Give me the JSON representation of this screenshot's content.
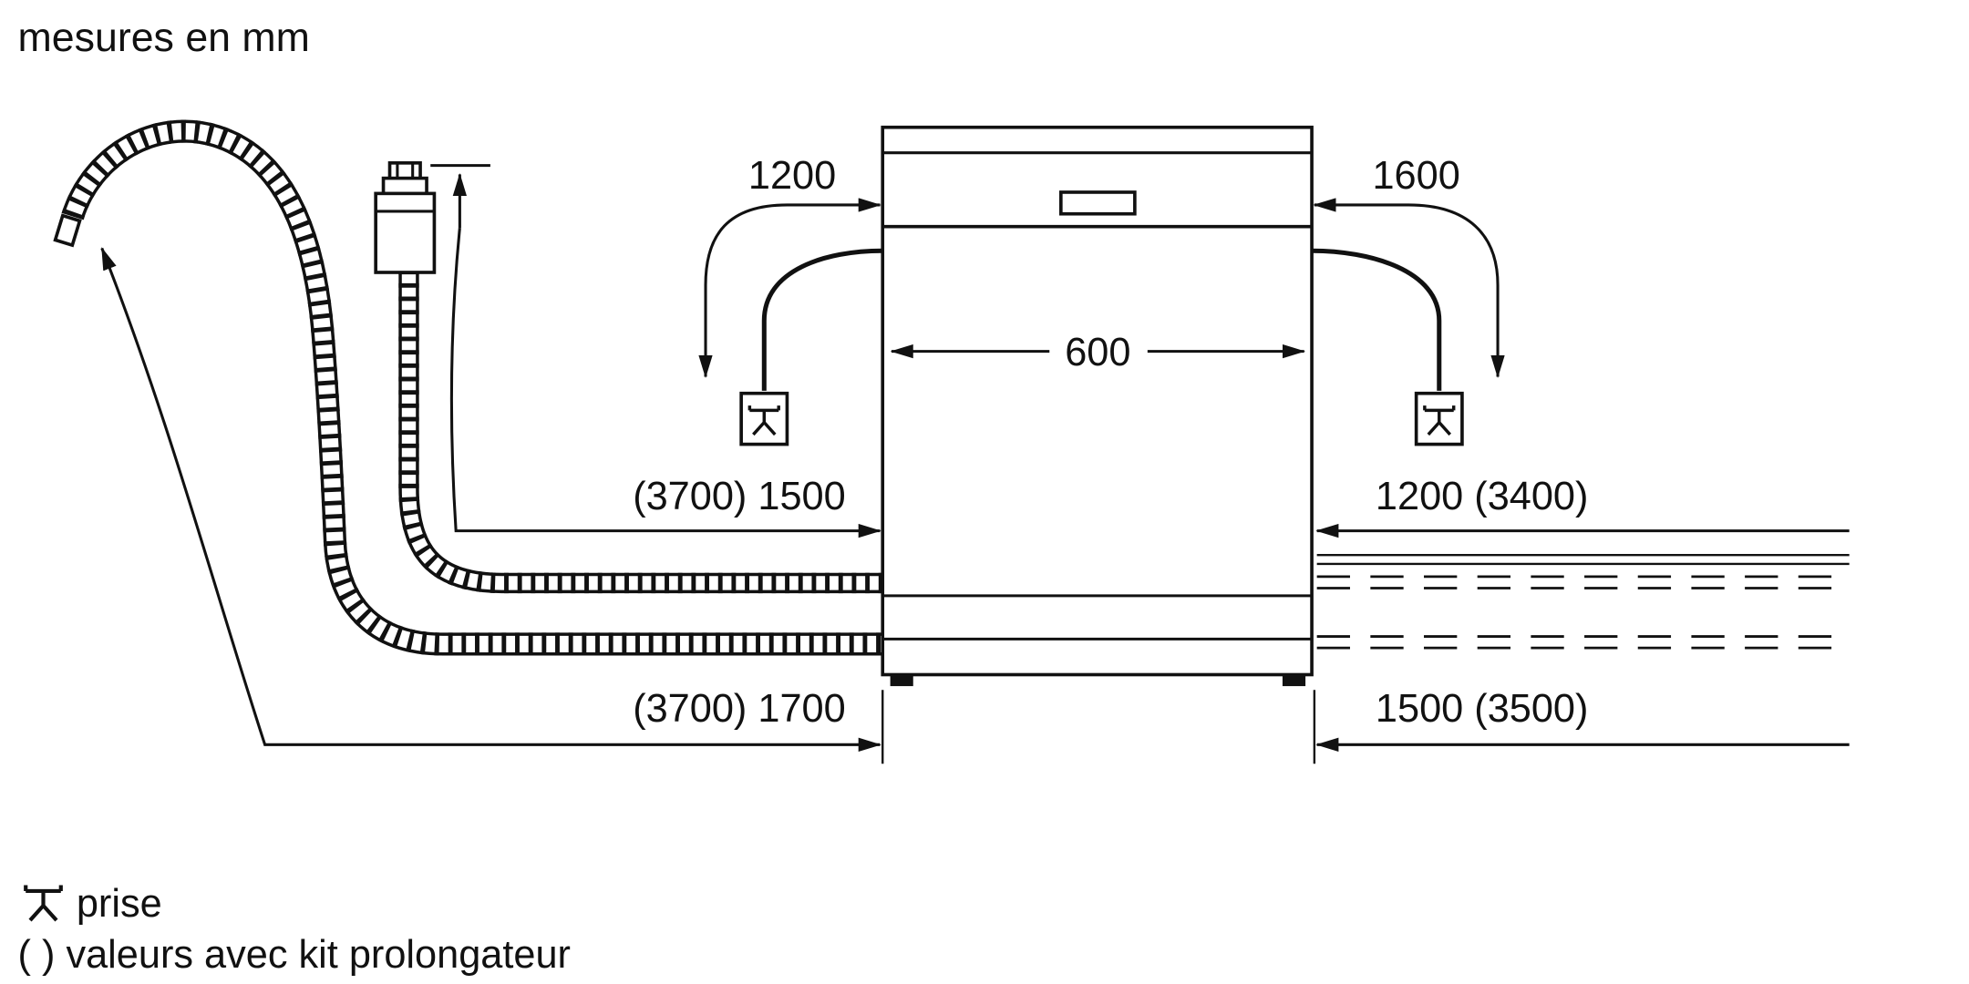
{
  "diagram": {
    "title": "mesures en mm",
    "unit": "mm",
    "colors": {
      "line": "#111111",
      "background": "#ffffff"
    },
    "dimensions": {
      "power_cord_left": "1200",
      "power_cord_right": "1600",
      "appliance_width": "600",
      "supply_hose_left": "(3700) 1500",
      "hose_right_upper": "1200 (3400)",
      "drain_hose_left": "(3700) 1700",
      "hose_right_lower": "1500 (3500)"
    },
    "legend": {
      "plug_icon": "plug-symbol",
      "plug_label": "prise",
      "kit_note": "( ) valeurs avec kit prolongateur"
    }
  }
}
